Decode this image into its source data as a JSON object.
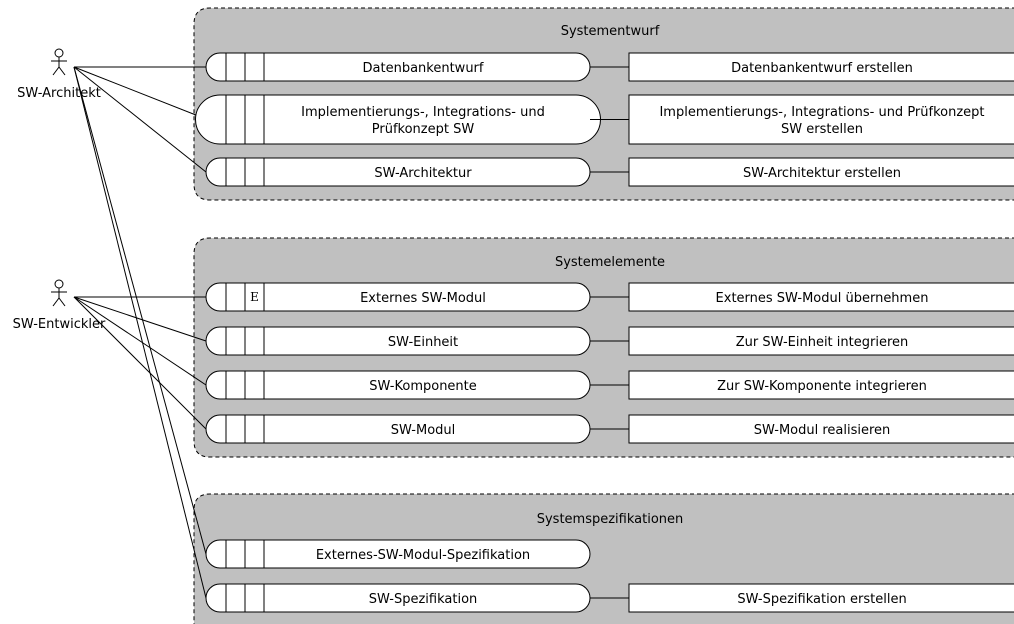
{
  "colors": {
    "group_fill": "#c0c0c0",
    "box_fill": "#ffffff",
    "line": "#000000"
  },
  "actors": [
    {
      "name": "SW-Architekt",
      "icon": "stick-figure-icon"
    },
    {
      "name": "SW-Entwickler",
      "icon": "stick-figure-icon"
    }
  ],
  "groups": [
    {
      "title": "Systementwurf",
      "rows": [
        {
          "product": [
            "Datenbankentwurf"
          ],
          "marker": "",
          "activity": [
            "Datenbankentwurf erstellen"
          ],
          "actors": [
            "SW-Architekt"
          ]
        },
        {
          "product": [
            "Implementierungs-, Integrations- und",
            "Prüfkonzept SW"
          ],
          "marker": "",
          "activity": [
            "Implementierungs-, Integrations- und Prüfkonzept",
            "SW erstellen"
          ],
          "actors": [
            "SW-Architekt"
          ]
        },
        {
          "product": [
            "SW-Architektur"
          ],
          "marker": "",
          "activity": [
            "SW-Architektur erstellen"
          ],
          "actors": [
            "SW-Architekt"
          ]
        }
      ]
    },
    {
      "title": "Systemelemente",
      "rows": [
        {
          "product": [
            "Externes SW-Modul"
          ],
          "marker": "E",
          "activity": [
            "Externes SW-Modul übernehmen"
          ],
          "actors": [
            "SW-Entwickler"
          ]
        },
        {
          "product": [
            "SW-Einheit"
          ],
          "marker": "",
          "activity": [
            "Zur SW-Einheit integrieren"
          ],
          "actors": [
            "SW-Entwickler"
          ]
        },
        {
          "product": [
            "SW-Komponente"
          ],
          "marker": "",
          "activity": [
            "Zur SW-Komponente integrieren"
          ],
          "actors": [
            "SW-Entwickler"
          ]
        },
        {
          "product": [
            "SW-Modul"
          ],
          "marker": "",
          "activity": [
            "SW-Modul realisieren"
          ],
          "actors": [
            "SW-Entwickler"
          ]
        }
      ]
    },
    {
      "title": "Systemspezifikationen",
      "rows": [
        {
          "product": [
            "Externes-SW-Modul-Spezifikation"
          ],
          "marker": "",
          "activity": [],
          "actors": [
            "SW-Architekt"
          ]
        },
        {
          "product": [
            "SW-Spezifikation"
          ],
          "marker": "",
          "activity": [
            "SW-Spezifikation erstellen"
          ],
          "actors": [
            "SW-Architekt"
          ]
        }
      ]
    }
  ]
}
